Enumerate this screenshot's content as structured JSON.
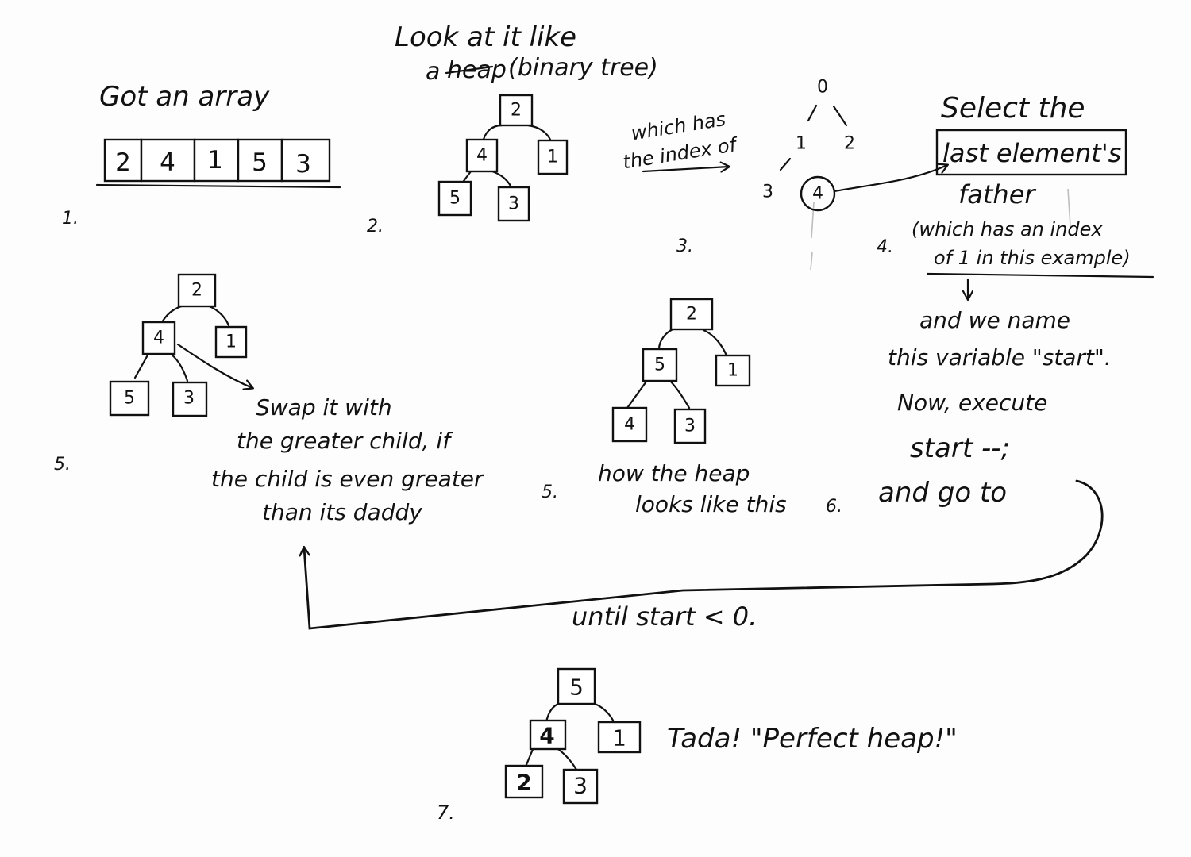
{
  "step_labels": {
    "step1": "1.",
    "step2": "2.",
    "step3": "3.",
    "step4": "4.",
    "step5a": "5.",
    "step5b": "5.",
    "step6": "6.",
    "step7": "7."
  },
  "step1": {
    "caption": "Got an array",
    "array": [
      "2",
      "4",
      "1",
      "5",
      "3"
    ]
  },
  "step2": {
    "caption_line1": "Look at it like",
    "caption_line2_prefix": "a",
    "caption_line2_word": "heap",
    "caption_line2_suffix": "(binary tree)",
    "tree": {
      "root": "2",
      "left": "4",
      "right": "1",
      "left_left": "5",
      "left_right": "3"
    }
  },
  "step3": {
    "caption_line1": "which has",
    "caption_line2": "the index of",
    "indices": [
      "0",
      "1",
      "2",
      "3",
      "4"
    ]
  },
  "step4": {
    "line1": "Select the",
    "line2": "last element's",
    "line3": "father",
    "line4": "(which has an index",
    "line5": "of 1 in this example)",
    "line6": "and we name",
    "line7": "this variable \"start\".",
    "line8": "Now, execute",
    "line9": "start --;",
    "line10": "and go to"
  },
  "step5a": {
    "tree": {
      "root": "2",
      "left": "4",
      "right": "1",
      "left_left": "5",
      "left_right": "3"
    },
    "caption_line1": "Swap it with",
    "caption_line2": "the greater child, if",
    "caption_line3": "the child is even greater",
    "caption_line4": "than its daddy"
  },
  "step5b": {
    "tree": {
      "root": "2",
      "left": "5",
      "right": "1",
      "left_left": "4",
      "left_right": "3"
    },
    "caption_line1": "how the heap",
    "caption_line2": "looks like this"
  },
  "loop": {
    "caption": "until start < 0."
  },
  "step7": {
    "tree": {
      "root": "5",
      "left": "4",
      "right": "1",
      "left_left": "2",
      "left_right": "3"
    },
    "caption": "Tada! \"Perfect heap!\""
  }
}
